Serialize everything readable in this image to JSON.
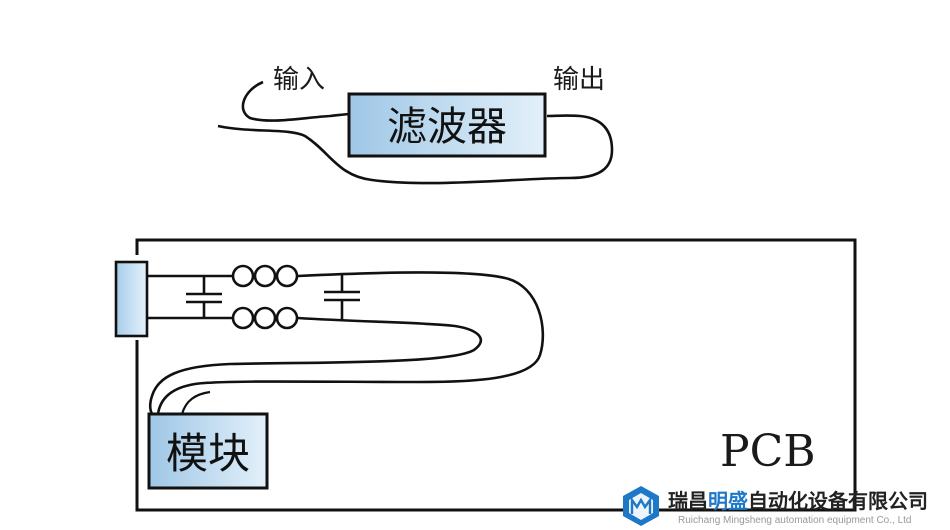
{
  "labels": {
    "input": "输入",
    "output": "输出",
    "filter": "滤波器",
    "module": "模块",
    "pcb": "PCB"
  },
  "watermark": {
    "name_part1": "瑞昌",
    "name_part2": "明盛",
    "name_part3": "自动化设备有限公司",
    "subtitle": "Ruichang Mingsheng automation equipment Co., Ltd",
    "logo_icon": "ms-hexagon-logo-icon"
  },
  "colors": {
    "box_fill": "#bcd9ee",
    "box_fill_light": "#d9ebf7",
    "line": "#111111",
    "brand_blue": "#1e78c8",
    "brand_dark": "#222222",
    "subtitle_gray": "#999999"
  }
}
